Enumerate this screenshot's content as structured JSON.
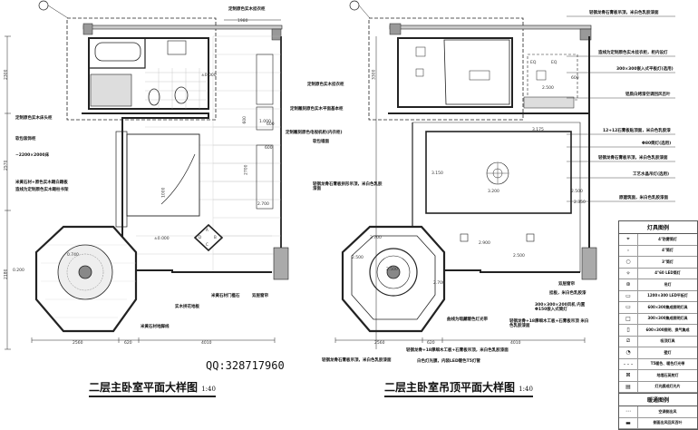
{
  "plan_left": {
    "title": "二层主卧室平面大样图",
    "scale": "1:40",
    "labels": [
      "定制原色实木挂衣柜",
      "定制原色实木挂衣柜",
      "定制雕刻原色实木平面基本柜",
      "定制雕刻原色电视机柜(内衣柜)",
      "定制原色实木床头柜",
      "软包装饰柜",
      "~2200×2000床",
      "米黄石材+原色实木踢白踢板",
      "造线为定制原色实木踢柱书架",
      "实木拼花地板",
      "米黄石材门槛石",
      "双层窗帘",
      "米黄石材地脚线"
    ],
    "dims": [
      "1980",
      "2300",
      "2570",
      "2180",
      "2560",
      "620",
      "4010",
      "600",
      "600",
      "2700",
      "1000",
      "600"
    ],
    "elevations": [
      "±0.000",
      "±0.000",
      "1.000",
      "2.700",
      "0.740",
      "0.200"
    ],
    "compass": [
      "A",
      "B",
      "C",
      "D"
    ]
  },
  "plan_right": {
    "title": "二层主卧室吊顶平面大样图",
    "scale": "1:40",
    "labels": [
      "轻钢龙骨石膏板吊顶，米白色乳胶漆面",
      "造线为定制原色实木挂衣柜，柜内设灯",
      "300×300嵌入式平板灯(选用)",
      "铝质白烤漆空调回风百叶",
      "12+12石膏板贴顶面，米白色乳胶漆",
      "Φ80筒灯(选用)",
      "轻钢龙骨石膏板吊顶，米白色乳胶漆面",
      "工艺水晶吊灯(选用)",
      "原建筑面，米白色乳胶漆面",
      "软包墙面",
      "轻钢龙骨石膏板拱形吊顶，米白色乳胶漆面",
      "双层窗帘",
      "挂板，米白色乳胶漆",
      "300×300×200风机 内置Φ150嵌入式筒灯",
      "轻钢龙骨+18厚细木工板+石膏板吊顶 米白色乳胶漆面",
      "曲线为暗藏暖色灯光带",
      "轻钢龙骨+18厚细木工板+石膏板吊顶，米白色乳胶漆面",
      "白色灯光膜，内装LED暖色T5灯管",
      "轻钢龙骨石膏板吊顶，米白色乳胶漆面"
    ],
    "elevations": [
      "2.500",
      "3.175",
      "3.200",
      "3.150",
      "2.900",
      "2.500",
      "2.700",
      "2.500",
      "2.500",
      "2.500",
      "2.700",
      "2.350"
    ],
    "dims": [
      "3300",
      "2560",
      "620",
      "4010",
      "600",
      "EQ",
      "EQ"
    ]
  },
  "watermark": "QQ:328717960",
  "legend": {
    "title": "灯具图例",
    "items": [
      {
        "icon": "downlight-waterproof",
        "label": "4\"防雾筒灯"
      },
      {
        "icon": "downlight-4",
        "label": "4\"筒灯"
      },
      {
        "icon": "downlight-3",
        "label": "3\"筒灯"
      },
      {
        "icon": "led-spot",
        "label": "4\"60 LED筒灯"
      },
      {
        "icon": "chandelier",
        "label": "吊灯"
      },
      {
        "icon": "panel-1200",
        "label": "1200×300 LED平板灯"
      },
      {
        "icon": "panel-600",
        "label": "600×300集成照明灯具"
      },
      {
        "icon": "panel-300",
        "label": "300×300集成照明灯具"
      },
      {
        "icon": "panel-vent",
        "label": "600×300照明、换气集成"
      },
      {
        "icon": "ceiling-light",
        "label": "吸顶灯具"
      },
      {
        "icon": "wall-lamp",
        "label": "壁灯"
      },
      {
        "icon": "led-strip",
        "label": "T5暖色、暖色灯光带"
      },
      {
        "icon": "quartz-spot",
        "label": "地埋石英射灯"
      },
      {
        "icon": "light-film",
        "label": "灯光膜成灯光片"
      }
    ],
    "hvac_title": "暖通图例",
    "hvac_items": [
      {
        "icon": "ac-outlet",
        "label": "空调侧出风"
      },
      {
        "icon": "return-grille",
        "label": "侧面出风回风百叶"
      }
    ]
  }
}
